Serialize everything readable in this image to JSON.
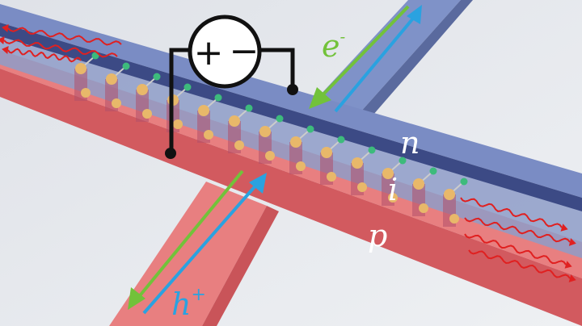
{
  "source": {
    "plus": "+",
    "minus": "−"
  },
  "labels": {
    "electron": "e",
    "electron_sup": "-",
    "hole": "h",
    "hole_sup": "+",
    "n_layer": "n",
    "i_layer": "i",
    "p_layer": "p"
  },
  "colors": {
    "background": "#e4e7ec",
    "n_layer": "#7b8fc4",
    "n_dark": "#3c4c86",
    "i_layer": "#8d9cc6",
    "p_layer": "#e6787a",
    "p_front": "#d2595e",
    "green_arrow": "#72c23a",
    "blue_arrow": "#2aa2e0",
    "wave": "#e02020"
  }
}
